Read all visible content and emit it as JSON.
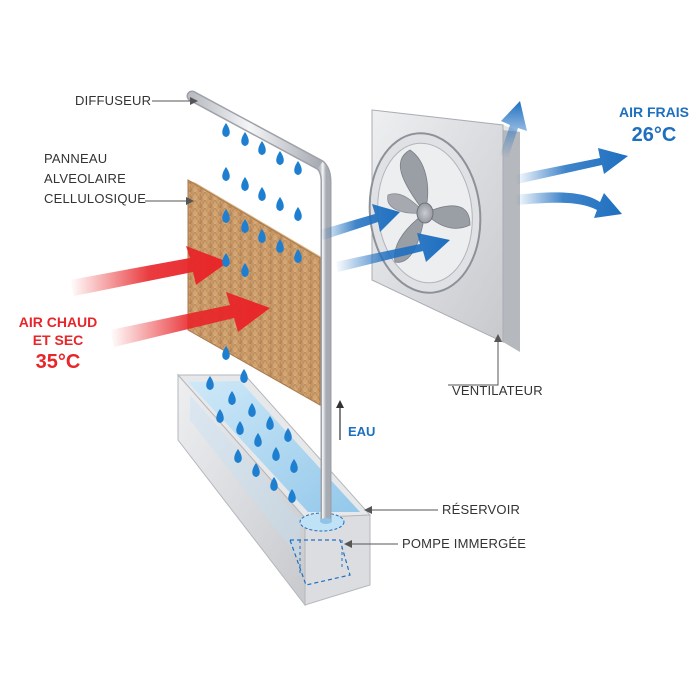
{
  "labels": {
    "diffuser": "DIFFUSEUR",
    "panel": [
      "PANNEAU",
      "ALVEOLAIRE",
      "CELLULOSIQUE"
    ],
    "hot_air": [
      "AIR CHAUD",
      "ET SEC"
    ],
    "hot_temp": "35°C",
    "cool_air": "AIR FRAIS",
    "cool_temp": "26°C",
    "water": "EAU",
    "fan": "VENTILATEUR",
    "reservoir": "RÉSERVOIR",
    "pump": "POMPE IMMERGÉE"
  },
  "colors": {
    "hot": "#e8262a",
    "cool": "#1e6fc0",
    "pad": "#c99a66",
    "water": "#a9d6f2",
    "metal": "#d9dadc"
  },
  "icons": [
    "water-drop-icon",
    "fan-blade-icon",
    "arrow-icon"
  ]
}
